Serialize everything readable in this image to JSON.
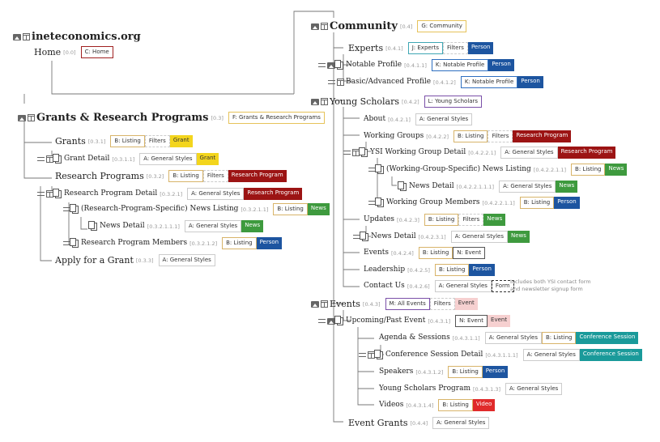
{
  "nodes": {
    "root": {
      "label": "ineteconomics.org",
      "code": "",
      "tags": []
    },
    "home": {
      "label": "Home",
      "code": "[0.0]",
      "tags": [
        {
          "t": "C: Home",
          "s": "C"
        }
      ]
    },
    "grants_prog": {
      "label": "Grants & Research Programs",
      "code": "[0.3]",
      "tags": [
        {
          "t": "F: Grants & Research Programs",
          "s": "F"
        }
      ]
    },
    "grants": {
      "label": "Grants",
      "code": "[0.3.1]",
      "tags": [
        {
          "t": "B: Listing",
          "s": "B"
        },
        {
          "t": "Filters",
          "s": "Filt"
        },
        {
          "t": "Grant",
          "s": "grant"
        }
      ]
    },
    "grant_detail": {
      "label": "Grant Detail",
      "code": "[0.3.1.1]",
      "tags": [
        {
          "t": "A: General Styles",
          "s": "A"
        },
        {
          "t": "Grant",
          "s": "grant"
        }
      ]
    },
    "research_programs": {
      "label": "Research Programs",
      "code": "[0.3.2]",
      "tags": [
        {
          "t": "B: Listing",
          "s": "B"
        },
        {
          "t": "Filters",
          "s": "Filt"
        },
        {
          "t": "Research Program",
          "s": "rp"
        }
      ]
    },
    "rp_detail": {
      "label": "Research Program Detail",
      "code": "[0.3.2.1]",
      "tags": [
        {
          "t": "A: General Styles",
          "s": "A"
        },
        {
          "t": "Research Program",
          "s": "rp"
        }
      ]
    },
    "rp_news_listing": {
      "label": "(Research-Program-Specific) News Listing",
      "code": "[0.3.2.1.1]",
      "tags": [
        {
          "t": "B: Listing",
          "s": "B"
        },
        {
          "t": "News",
          "s": "news"
        }
      ]
    },
    "rp_news_detail": {
      "label": "News Detail",
      "code": "[0.3.2.1.1.1]",
      "tags": [
        {
          "t": "A: General Styles",
          "s": "A"
        },
        {
          "t": "News",
          "s": "news"
        }
      ]
    },
    "rp_members": {
      "label": "Research Program Members",
      "code": "[0.3.2.1.2]",
      "tags": [
        {
          "t": "B: Listing",
          "s": "B"
        },
        {
          "t": "Person",
          "s": "person"
        }
      ]
    },
    "apply_grant": {
      "label": "Apply for a Grant",
      "code": "[0.3.3]",
      "tags": [
        {
          "t": "A: General Styles",
          "s": "A"
        }
      ]
    },
    "community": {
      "label": "Community",
      "code": "[0.4]",
      "tags": [
        {
          "t": "G: Community",
          "s": "G"
        }
      ]
    },
    "experts": {
      "label": "Experts",
      "code": "[0.4.1]",
      "tags": [
        {
          "t": "J: Experts",
          "s": "J"
        },
        {
          "t": "Filters",
          "s": "Filt"
        },
        {
          "t": "Person",
          "s": "person"
        }
      ]
    },
    "notable_profile": {
      "label": "Notable Profile",
      "code": "[0.4.1.1]",
      "tags": [
        {
          "t": "K: Notable Profile",
          "s": "K"
        },
        {
          "t": "Person",
          "s": "person"
        }
      ]
    },
    "basic_profile": {
      "label": "Basic/Advanced Profile",
      "code": "[0.4.1.2]",
      "tags": [
        {
          "t": "K: Notable Profile",
          "s": "K"
        },
        {
          "t": "Person",
          "s": "person"
        }
      ]
    },
    "young_scholars": {
      "label": "Young Scholars",
      "code": "[0.4.2]",
      "tags": [
        {
          "t": "L: Young Scholars",
          "s": "L"
        }
      ]
    },
    "about": {
      "label": "About",
      "code": "[0.4.2.1]",
      "tags": [
        {
          "t": "A: General Styles",
          "s": "A"
        }
      ]
    },
    "working_groups": {
      "label": "Working Groups",
      "code": "[0.4.2.2]",
      "tags": [
        {
          "t": "B: Listing",
          "s": "B"
        },
        {
          "t": "Filters",
          "s": "Filt"
        },
        {
          "t": "Research Program",
          "s": "rp"
        }
      ]
    },
    "ysi_wg_detail": {
      "label": "YSI Working Group Detail",
      "code": "[0.4.2.2.1]",
      "tags": [
        {
          "t": "A: General Styles",
          "s": "A"
        },
        {
          "t": "Research Program",
          "s": "rp"
        }
      ]
    },
    "wg_news_listing": {
      "label": "(Working-Group-Specific) News Listing",
      "code": "[0.4.2.2.1.1]",
      "tags": [
        {
          "t": "B: Listing",
          "s": "B"
        },
        {
          "t": "News",
          "s": "news"
        }
      ]
    },
    "wg_news_detail": {
      "label": "News Detail",
      "code": "[0.4.2.2.1.1.1]",
      "tags": [
        {
          "t": "A: General Styles",
          "s": "A"
        },
        {
          "t": "News",
          "s": "news"
        }
      ]
    },
    "wg_members": {
      "label": "Working Group Members",
      "code": "[0.4.2.2.1.1]",
      "tags": [
        {
          "t": "B: Listing",
          "s": "B"
        },
        {
          "t": "Person",
          "s": "person"
        }
      ]
    },
    "updates": {
      "label": "Updates",
      "code": "[0.4.2.3]",
      "tags": [
        {
          "t": "B: Listing",
          "s": "B"
        },
        {
          "t": "Filters",
          "s": "Filt"
        },
        {
          "t": "News",
          "s": "news"
        }
      ]
    },
    "upd_news_detail": {
      "label": "News Detail",
      "code": "[0.4.2.3.1]",
      "tags": [
        {
          "t": "A: General Styles",
          "s": "A"
        },
        {
          "t": "News",
          "s": "news"
        }
      ]
    },
    "ys_events": {
      "label": "Events",
      "code": "[0.4.2.4]",
      "tags": [
        {
          "t": "B: Listing",
          "s": "B"
        },
        {
          "t": "N: Event",
          "s": "N"
        }
      ]
    },
    "leadership": {
      "label": "Leadership",
      "code": "[0.4.2.5]",
      "tags": [
        {
          "t": "B: Listing",
          "s": "B"
        },
        {
          "t": "Person",
          "s": "person"
        }
      ]
    },
    "contact": {
      "label": "Contact Us",
      "code": "[0.4.2.6]",
      "tags": [
        {
          "t": "A: General Styles",
          "s": "A"
        },
        {
          "t": "Form",
          "s": "Form"
        }
      ]
    },
    "events": {
      "label": "Events",
      "code": "[0.4.3]",
      "tags": [
        {
          "t": "M: All Events",
          "s": "M"
        },
        {
          "t": "Filters",
          "s": "Filt"
        },
        {
          "t": "Event",
          "s": "event"
        }
      ]
    },
    "upcoming_event": {
      "label": "Upcoming/Past Event",
      "code": "[0.4.3.1]",
      "tags": [
        {
          "t": "N: Event",
          "s": "N"
        },
        {
          "t": "Event",
          "s": "event"
        }
      ]
    },
    "agenda": {
      "label": "Agenda & Sessions",
      "code": "[0.4.3.1.1]",
      "tags": [
        {
          "t": "A: General Styles",
          "s": "A"
        },
        {
          "t": "B: Listing",
          "s": "B"
        },
        {
          "t": "Conference Session",
          "s": "conf"
        }
      ]
    },
    "conf_session_detail": {
      "label": "Conference Session Detail",
      "code": "[0.4.3.1.1.1]",
      "tags": [
        {
          "t": "A: General Styles",
          "s": "A"
        },
        {
          "t": "Conference Session",
          "s": "conf"
        }
      ]
    },
    "speakers": {
      "label": "Speakers",
      "code": "[0.4.3.1.2]",
      "tags": [
        {
          "t": "B: Listing",
          "s": "B"
        },
        {
          "t": "Person",
          "s": "person"
        }
      ]
    },
    "ys_program": {
      "label": "Young Scholars Program",
      "code": "[0.4.3.1.3]",
      "tags": [
        {
          "t": "A: General Styles",
          "s": "A"
        }
      ]
    },
    "videos": {
      "label": "Videos",
      "code": "[0.4.3.1.4]",
      "tags": [
        {
          "t": "B: Listing",
          "s": "B"
        },
        {
          "t": "Video",
          "s": "video"
        }
      ]
    },
    "event_grants": {
      "label": "Event Grants",
      "code": "[0.4.4]",
      "tags": [
        {
          "t": "A: General Styles",
          "s": "A"
        }
      ]
    }
  },
  "contact_note": [
    "Includes both YSI contact form",
    "and newsletter signup form"
  ]
}
